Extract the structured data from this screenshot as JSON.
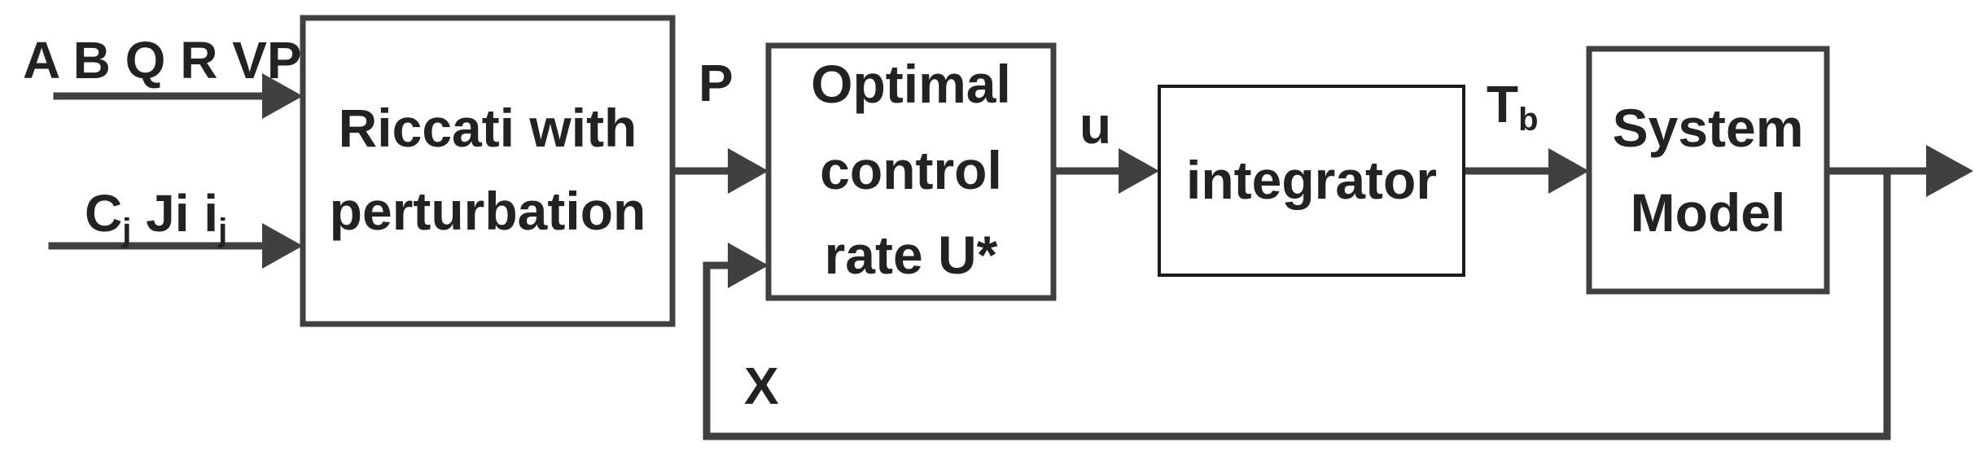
{
  "inputs": {
    "top": "A B Q R V",
    "top_end": "P",
    "bottom_c": "C",
    "bottom_c_sub": "j",
    "bottom_ji": " Ji  i",
    "bottom_i_sub": "j"
  },
  "blocks": {
    "riccati": [
      "Riccati with",
      "perturbation"
    ],
    "optimal": [
      "Optimal",
      "control",
      "rate U*"
    ],
    "integrator": [
      "integrator"
    ],
    "system": [
      "System",
      "Model"
    ]
  },
  "signals": {
    "p": "P",
    "u": "u",
    "tb_main": "T",
    "tb_sub": "b",
    "x": "X"
  }
}
